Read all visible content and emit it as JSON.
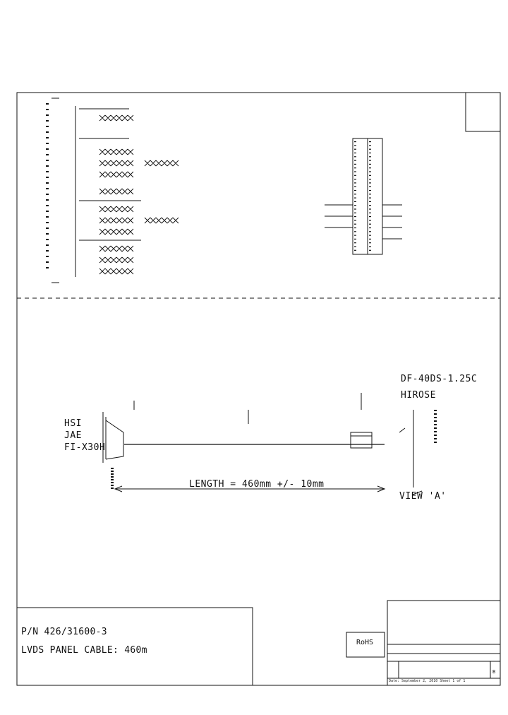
{
  "part_number": "P/N 426/31600-3",
  "description": "LVDS PANEL CABLE: 460m",
  "rohs": "RoHS",
  "left_connector": {
    "vendor_lines": [
      "HSI",
      "JAE",
      "FI-X30H"
    ]
  },
  "right_connector": {
    "model": "DF-40DS-1.25C",
    "maker": "HIROSE"
  },
  "length_text": "LENGTH = 460mm +/- 10mm",
  "view_label": "VIEW 'A'",
  "drawing_info": {
    "date_row": "Date: September 2, 2010 Sheet 1 of 1",
    "rev": "B"
  }
}
